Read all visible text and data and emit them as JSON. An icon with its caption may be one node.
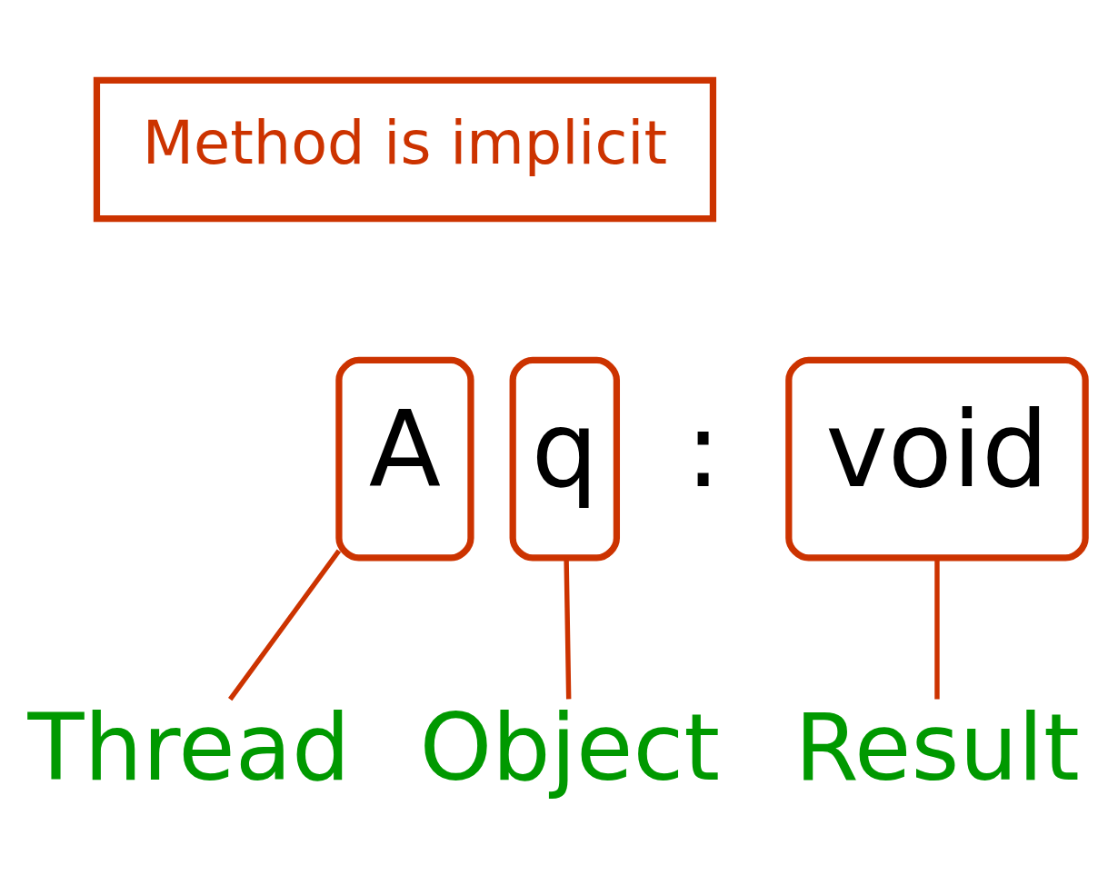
{
  "diagram": {
    "nodes": [
      {
        "text": [
          "Method is implicit"
        ]
      },
      {
        "text": [
          "A"
        ]
      },
      {
        "text": [
          "q"
        ]
      },
      {
        "text": [
          "void"
        ]
      },
      {
        "text": [
          "Thread"
        ]
      },
      {
        "text": [
          "Object"
        ]
      },
      {
        "text": [
          "Result"
        ]
      }
    ],
    "edges": [
      {
        "from": 1,
        "to": 4,
        "arrow": "none"
      },
      {
        "from": 2,
        "to": 5,
        "arrow": "none"
      },
      {
        "from": 3,
        "to": 6,
        "arrow": "none"
      }
    ],
    "labels": [
      ":"
    ]
  }
}
